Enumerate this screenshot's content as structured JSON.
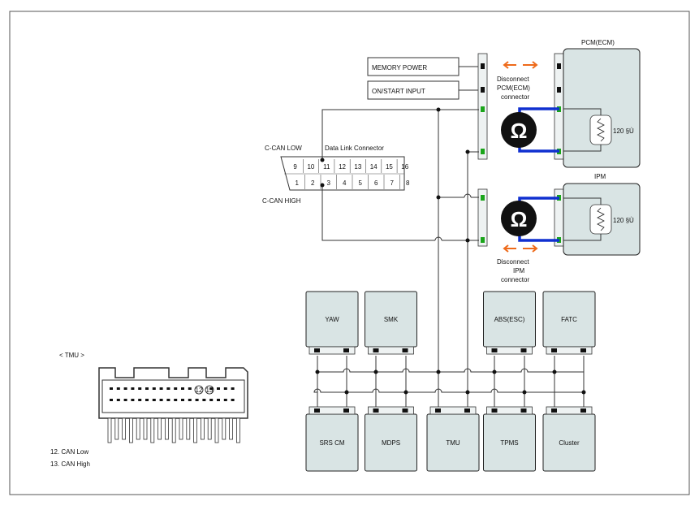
{
  "pcm": {
    "label": "PCM(ECM)",
    "resistance": "120  §Ù"
  },
  "ipm": {
    "label": "IPM",
    "resistance": "120  §Ù"
  },
  "inputs": {
    "memory_power": "MEMORY POWER",
    "on_start": "ON/START INPUT"
  },
  "dlc": {
    "title": "Data Link Connector",
    "can_low": "C-CAN LOW",
    "can_high": "C-CAN HIGH",
    "top_pins": [
      "9",
      "10",
      "11",
      "12",
      "13",
      "14",
      "15",
      "16"
    ],
    "bottom_pins": [
      "1",
      "2",
      "3",
      "4",
      "5",
      "6",
      "7",
      "8"
    ]
  },
  "notes": {
    "pcm_disconnect": [
      "Disconnect",
      "PCM(ECM)",
      "connector"
    ],
    "ipm_disconnect": [
      "Disconnect",
      "IPM",
      "connector"
    ],
    "omega": "Ω"
  },
  "modules_top": [
    "YAW",
    "SMK",
    "ABS(ESC)",
    "FATC"
  ],
  "modules_bottom": [
    "SRS CM",
    "MDPS",
    "TMU",
    "TPMS",
    "Cluster"
  ],
  "tmu": {
    "title": "< TMU   >",
    "pin12": "12",
    "pin13": "13",
    "legend": [
      "12. CAN Low",
      "13. CAN High"
    ]
  },
  "colors": {
    "module_fill": "#d9e4e4",
    "can_wire_blue": "#1030d0",
    "arrow_orange": "#ee6a1a",
    "pin_green": "#1aa51a"
  }
}
